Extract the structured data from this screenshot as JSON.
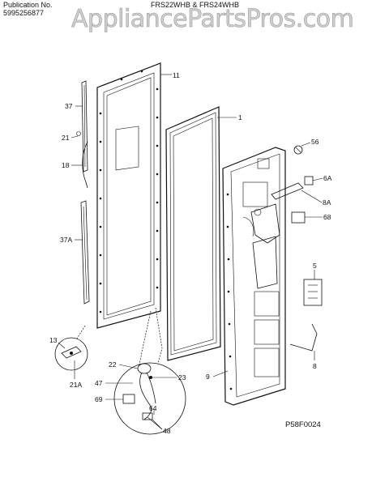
{
  "header": {
    "publication_label": "Publication No.",
    "publication_number": "5995256877",
    "model_title": "FRS22WHB & FRS24WHB",
    "watermark": "AppliancePartsPros.com"
  },
  "diagram_code": "P58F0024",
  "callouts": {
    "c11": "11",
    "c1": "1",
    "c37": "37",
    "c21": "21",
    "c18": "18",
    "c37a": "37A",
    "c56": "56",
    "c6a": "6A",
    "c8a": "8A",
    "c68": "68",
    "c5": "5",
    "c8": "8",
    "c9": "9",
    "c13": "13",
    "c21a": "21A",
    "c22": "22",
    "c47": "47",
    "c23": "23",
    "c69": "69",
    "c64": "64",
    "c48": "48"
  }
}
